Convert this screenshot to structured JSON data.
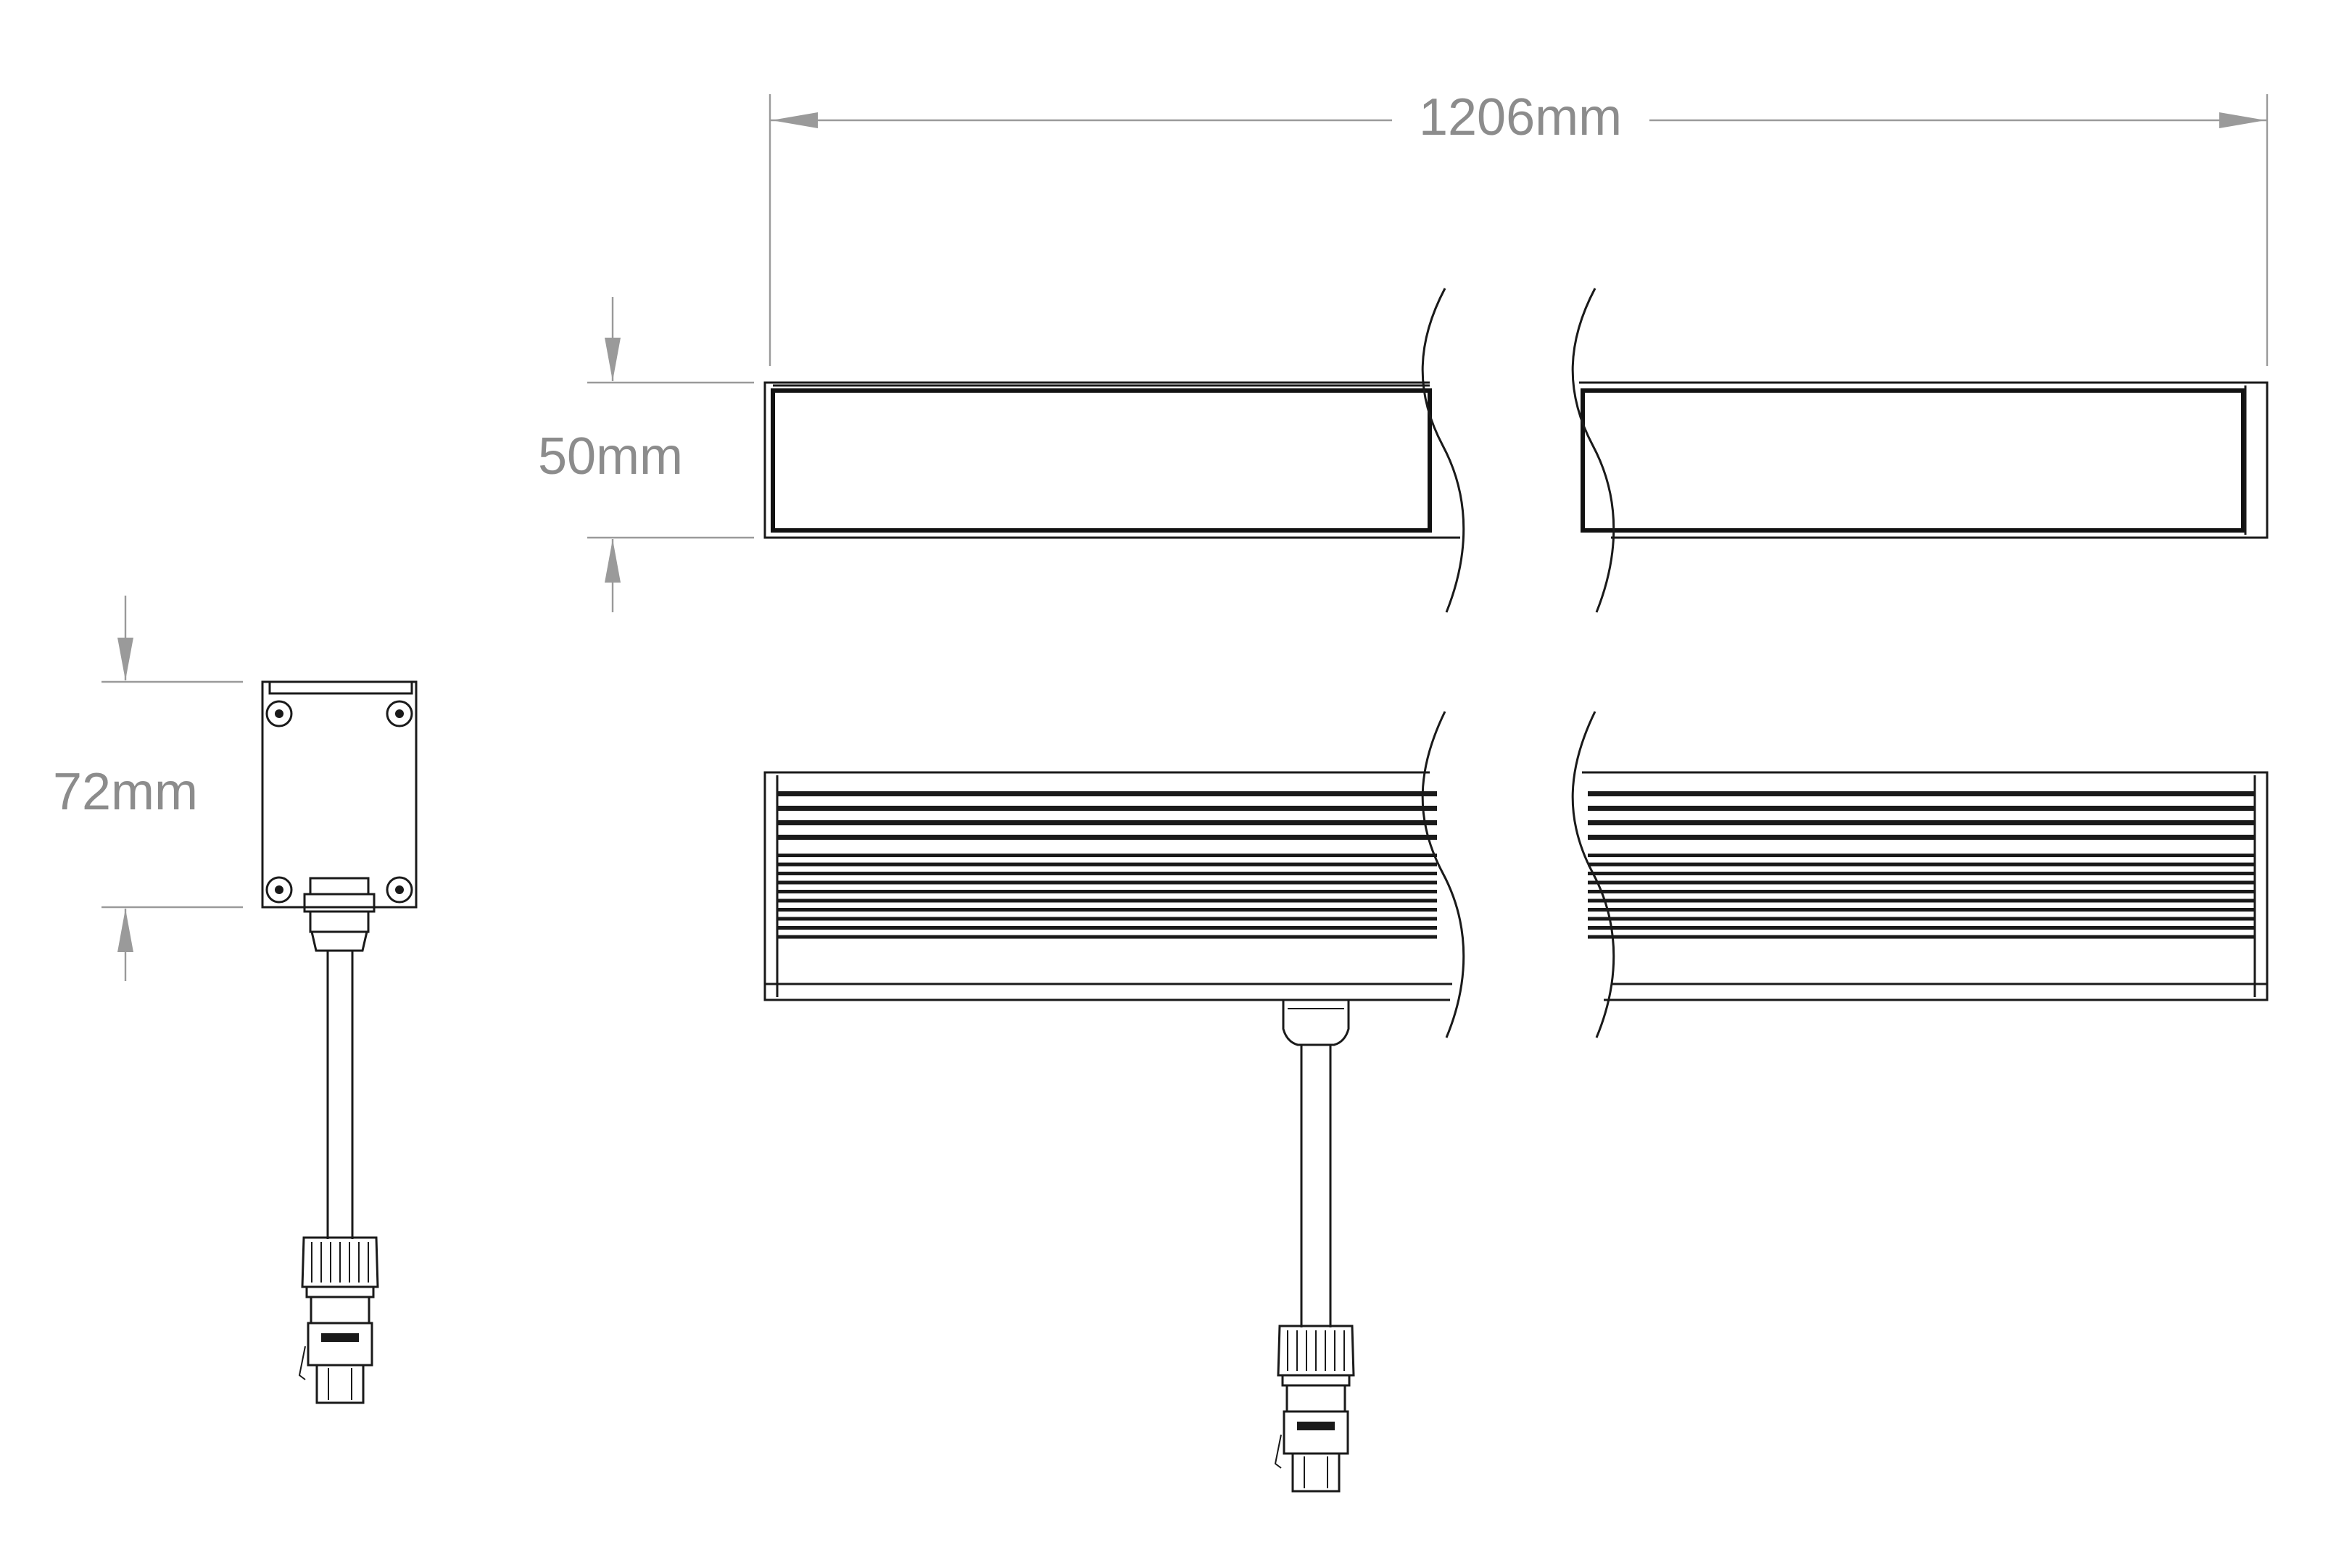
{
  "dimensions": {
    "length_label": "1206mm",
    "height_label": "50mm",
    "end_height_label": "72mm"
  },
  "colors": {
    "drawing_ink": "#1a1a1a",
    "dimension_gray": "#8c8c8c",
    "background": "#ffffff"
  },
  "drawing": {
    "views": [
      "top-view",
      "front-view",
      "end-view"
    ],
    "front_view_fin_count": 14
  }
}
